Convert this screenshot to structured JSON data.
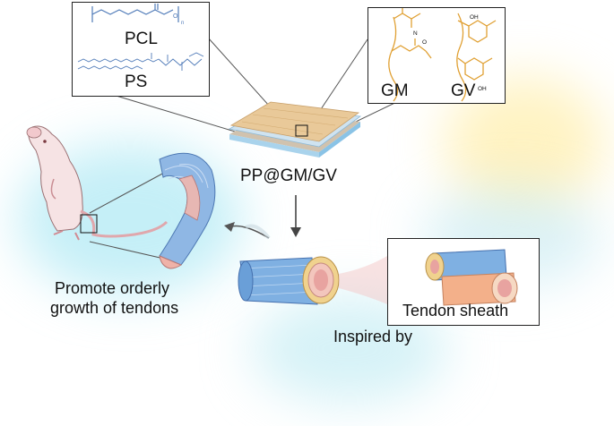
{
  "polymers_box": {
    "top_label": "PCL",
    "bottom_label": "PS"
  },
  "modifiers_box": {
    "left_label": "GM",
    "right_label": "GV"
  },
  "membrane_label": "PP@GM/GV",
  "left_caption": {
    "line1": "Promote orderly",
    "line2": "growth of tendons"
  },
  "inset_caption": "Tendon sheath",
  "inspired_label": "Inspired by",
  "colors": {
    "chain": "#4f7ab8",
    "monomer": "#e0a033",
    "tendon_blue": "#6b9fd6",
    "tendon_pink": "#e8a3a0",
    "membrane_top": "#e9c999"
  }
}
